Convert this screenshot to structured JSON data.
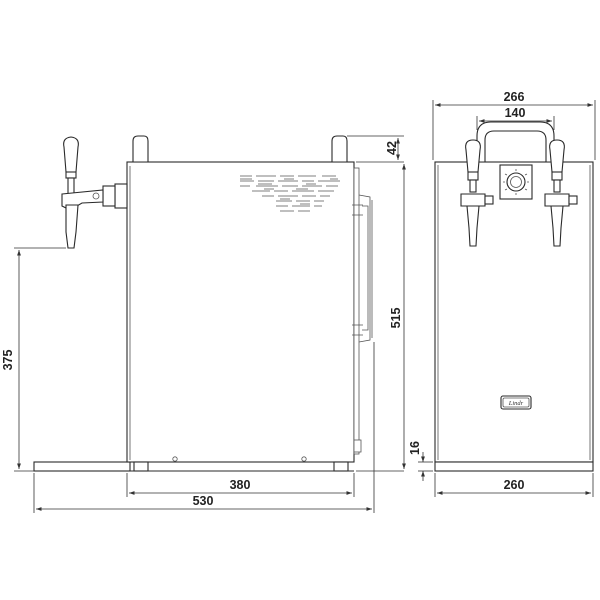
{
  "dimensions": {
    "total_depth": "530",
    "body_depth": "380",
    "tap_height": "375",
    "body_height": "515",
    "handle_height": "42",
    "overall_width": "266",
    "handle_width": "140",
    "foot_height": "16",
    "body_width": "260"
  },
  "logo_text": "Lindr"
}
